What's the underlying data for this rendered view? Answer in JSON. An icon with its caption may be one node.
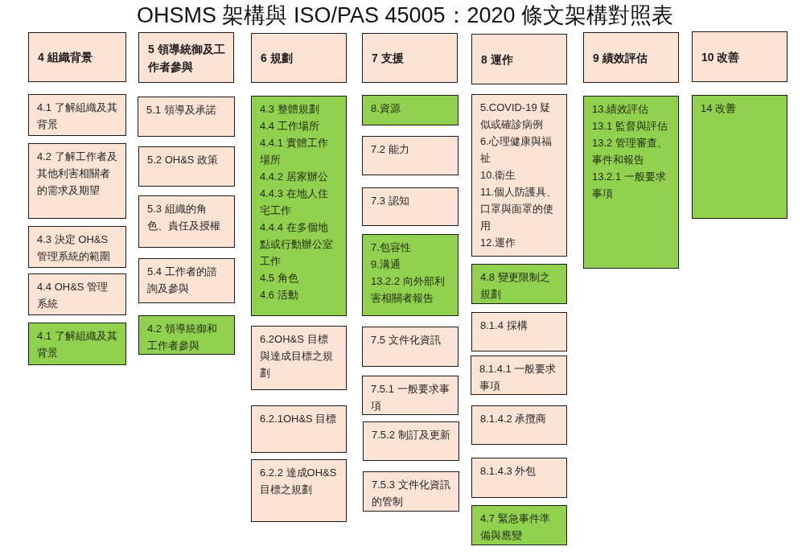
{
  "diagram": {
    "title": "OHSMS 架構與 ISO/PAS 45005：2020 條文架構對照表",
    "nodes": [
      {
        "text": [
          "4 組織背景"
        ]
      },
      {
        "text": [
          "4.1 了解組織及其背景"
        ]
      },
      {
        "text": [
          "4.2 了解工作者及其他利害相關者的需求及期望"
        ]
      },
      {
        "text": [
          "4.3 決定 OH&S 管理系統的範圍"
        ]
      },
      {
        "text": [
          "4.4 OH&S 管理系統"
        ]
      },
      {
        "text": [
          "4.1 了解組織及其背景"
        ]
      },
      {
        "text": [
          "5 領導統御及工作者參與"
        ]
      },
      {
        "text": [
          "5.1 領導及承諾"
        ]
      },
      {
        "text": [
          "5.2 OH&S 政策"
        ]
      },
      {
        "text": [
          "5.3 組織的角色、責任及授權"
        ]
      },
      {
        "text": [
          "5.4 工作者的諮詢及參與"
        ]
      },
      {
        "text": [
          "4.2 領導統御和工作者參與"
        ]
      },
      {
        "text": [
          "6 規劃"
        ]
      },
      {
        "text": [
          "4.3 整體規劃",
          "4.4 工作場所",
          "4.4.1 實體工作場所",
          "4.4.2 居家辦公",
          "4.4.3 在地人住宅工作",
          "4.4.4 在多個地點或行動辦公室工作",
          "4.5 角色",
          "4.6 活動"
        ]
      },
      {
        "text": [
          "6.2OH&S 目標與達成目標之規劃"
        ]
      },
      {
        "text": [
          "6.2.1OH&S 目標"
        ]
      },
      {
        "text": [
          "6.2.2 達成OH&S 目標之規劃"
        ]
      },
      {
        "text": [
          "7 支援"
        ]
      },
      {
        "text": [
          "8.資源"
        ]
      },
      {
        "text": [
          "7.2 能力"
        ]
      },
      {
        "text": [
          "7.3 認知"
        ]
      },
      {
        "text": [
          "7.包容性",
          "9.溝通",
          "13.2.2 向外部利害相關者報告"
        ]
      },
      {
        "text": [
          "7.5 文件化資訊"
        ]
      },
      {
        "text": [
          "7.5.1 一般要求事項"
        ]
      },
      {
        "text": [
          "7.5.2 制訂及更新"
        ]
      },
      {
        "text": [
          "7.5.3 文件化資訊的管制"
        ]
      },
      {
        "text": [
          "8 運作"
        ]
      },
      {
        "text": [
          "5.COVID-19 疑似或確診病例",
          "6.心理健康與福祉",
          "10.衛生",
          "11.個人防護具、口罩與面罩的使用",
          "12.運作"
        ]
      },
      {
        "text": [
          "4.8 變更限制之規劃"
        ]
      },
      {
        "text": [
          "8.1.4 採構"
        ]
      },
      {
        "text": [
          "8.1.4.1 一般要求事項"
        ]
      },
      {
        "text": [
          "8.1.4.2 承攬商"
        ]
      },
      {
        "text": [
          "8.1.4.3 外包"
        ]
      },
      {
        "text": [
          "4.7 緊急事件準備與應變"
        ]
      },
      {
        "text": [
          "9 績效評估"
        ]
      },
      {
        "text": [
          "13.績效評估",
          "13.1 監督與評估",
          "13.2 管理審查、事件和報告",
          "13.2.1 一般要求事項"
        ]
      },
      {
        "text": [
          "10 改善"
        ]
      },
      {
        "text": [
          "14 改善"
        ]
      }
    ]
  }
}
